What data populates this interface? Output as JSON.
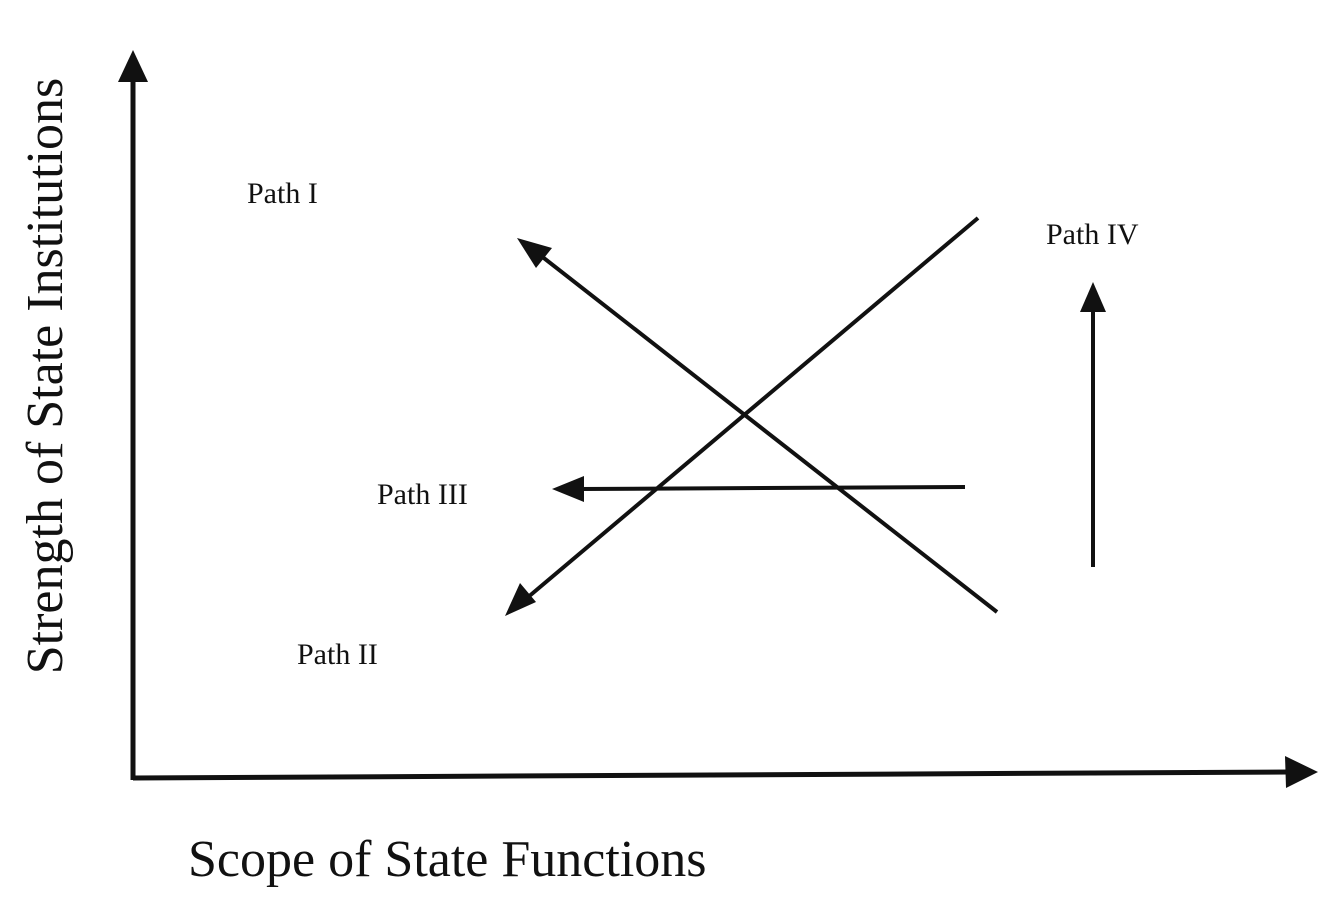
{
  "diagram": {
    "labels": {
      "path_1": "Path I",
      "path_2": "Path II",
      "path_3": "Path III",
      "path_4": "Path IV"
    },
    "axes": {
      "x_label": "Scope of State Functions",
      "y_label": "Strength of State Institutions"
    },
    "colors": {
      "ink": "#111111",
      "background": "#ffffff"
    }
  }
}
